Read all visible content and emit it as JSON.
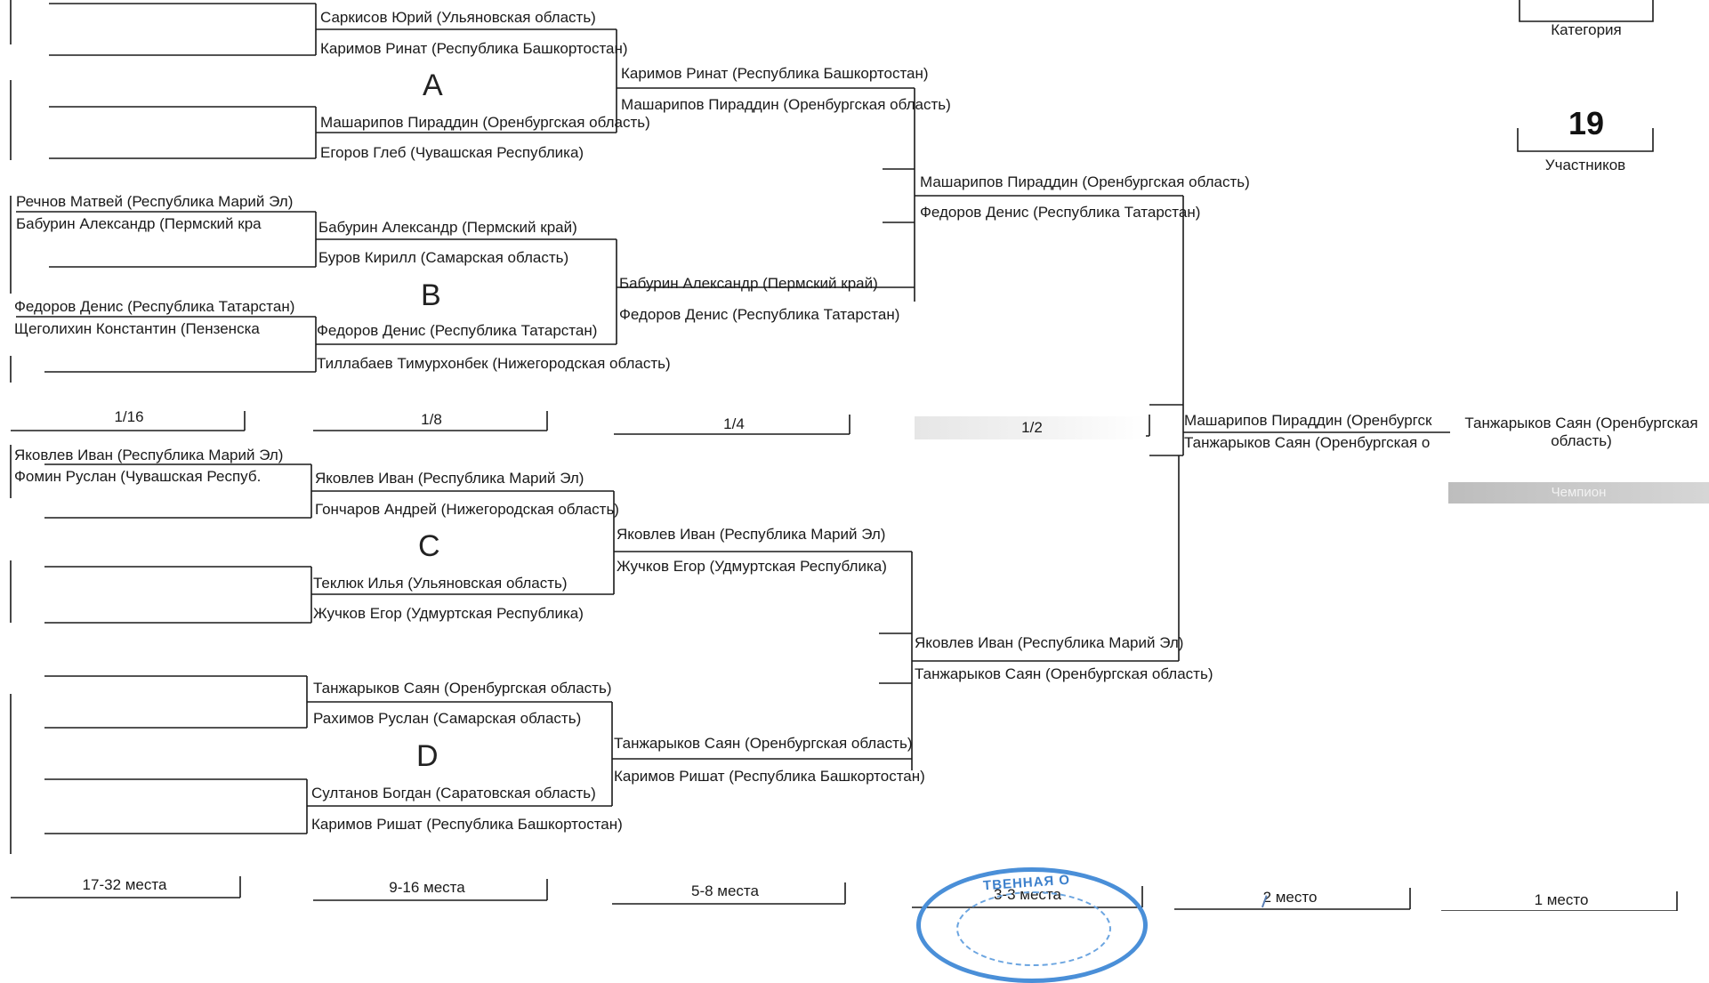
{
  "pools": [
    "A",
    "B",
    "C",
    "D"
  ],
  "rounds": [
    "1/16",
    "1/8",
    "1/4",
    "1/2"
  ],
  "places": [
    "17-32 места",
    "9-16 места",
    "5-8 места",
    "3-3 места",
    "2 место",
    "1 место"
  ],
  "category_label": "Категория",
  "participants_count": "19",
  "participants_label": "Участников",
  "champion_label": "Чемпион",
  "stamp_text": "ТВЕННАЯ О",
  "names": {
    "r16": [
      "Речнов Матвей (Республика Марий Эл)",
      "Бабурин Александр (Пермский кра",
      "Федоров Денис (Республика Татарстан)",
      "Щеголихин Константин (Пензенска",
      "Яковлев Иван (Республика Марий Эл)",
      "Фомин Руслан (Чувашская Респуб."
    ],
    "r8": [
      "Саркисов Юрий (Ульяновская область)",
      "Каримов Ринат (Республика Башкортостан)",
      "Машарипов Пираддин (Оренбургская область)",
      "Егоров Глеб (Чувашская Республика)",
      "Бабурин Александр (Пермский край)",
      "Буров Кирилл (Самарская область)",
      "Федоров Денис (Республика Татарстан)",
      "Тиллабаев Тимурхонбек (Нижегородская область)",
      "Яковлев Иван (Республика Марий Эл)",
      "Гончаров Андрей (Нижегородская область)",
      "Теклюк Илья (Ульяновская область)",
      "Жучков Егор (Удмуртская Республика)",
      "Танжарыков Саян (Оренбургская область)",
      "Рахимов Руслан (Самарская область)",
      "Султанов Богдан (Саратовская область)",
      "Каримов Ришат (Республика Башкортостан)"
    ],
    "r4": [
      "Каримов Ринат (Республика Башкортостан)",
      "Машарипов Пираддин (Оренбургская область)",
      "Бабурин Александр (Пермский край)",
      "Федоров Денис (Республика Татарстан)",
      "Яковлев Иван (Республика Марий Эл)",
      "Жучков Егор (Удмуртская Республика)",
      "Танжарыков Саян (Оренбургская область)",
      "Каримов Ришат (Республика Башкортостан)"
    ],
    "r2": [
      "Машарипов Пираддин (Оренбургская область)",
      "Федоров Денис (Республика Татарстан)",
      "Яковлев Иван (Республика Марий Эл)",
      "Танжарыков Саян (Оренбургская область)"
    ],
    "final": [
      "Машарипов Пираддин (Оренбургск",
      "Танжарыков Саян (Оренбургская о"
    ],
    "champion": "Танжарыков Саян (Оренбургская область)"
  }
}
